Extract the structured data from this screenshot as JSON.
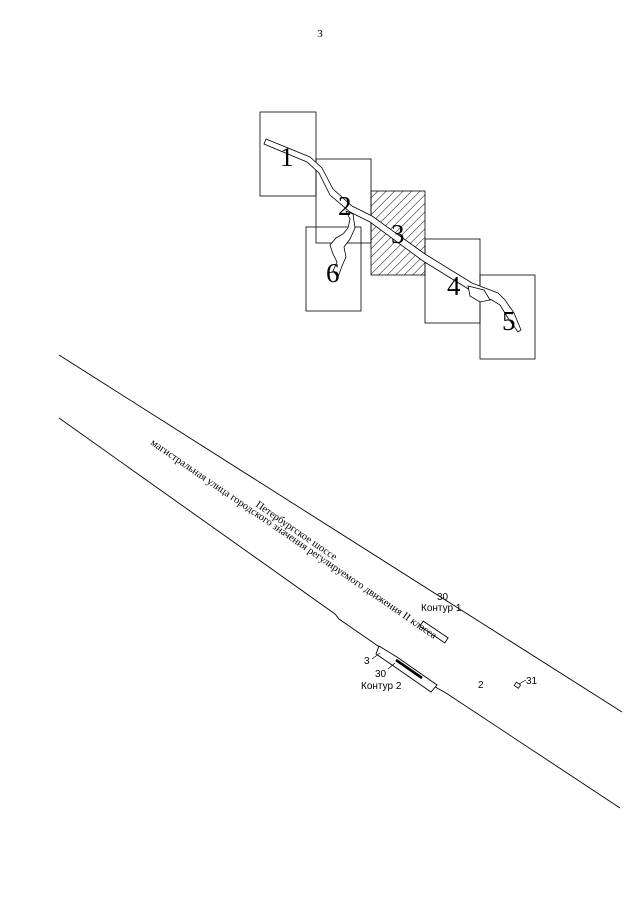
{
  "page_number": "3",
  "index_map": {
    "sheets": [
      "1",
      "2",
      "3",
      "4",
      "5",
      "6"
    ]
  },
  "plan": {
    "street_name": "Петербургское шоссе",
    "street_category": "магистральная улица городского значения регулируемого движения II класса",
    "contour_1": {
      "number": "30",
      "label": "Контур 1"
    },
    "contour_2": {
      "number": "30",
      "label": "Контур 2"
    },
    "plot_labels": {
      "left": "3",
      "center": "2",
      "right": "31"
    }
  }
}
